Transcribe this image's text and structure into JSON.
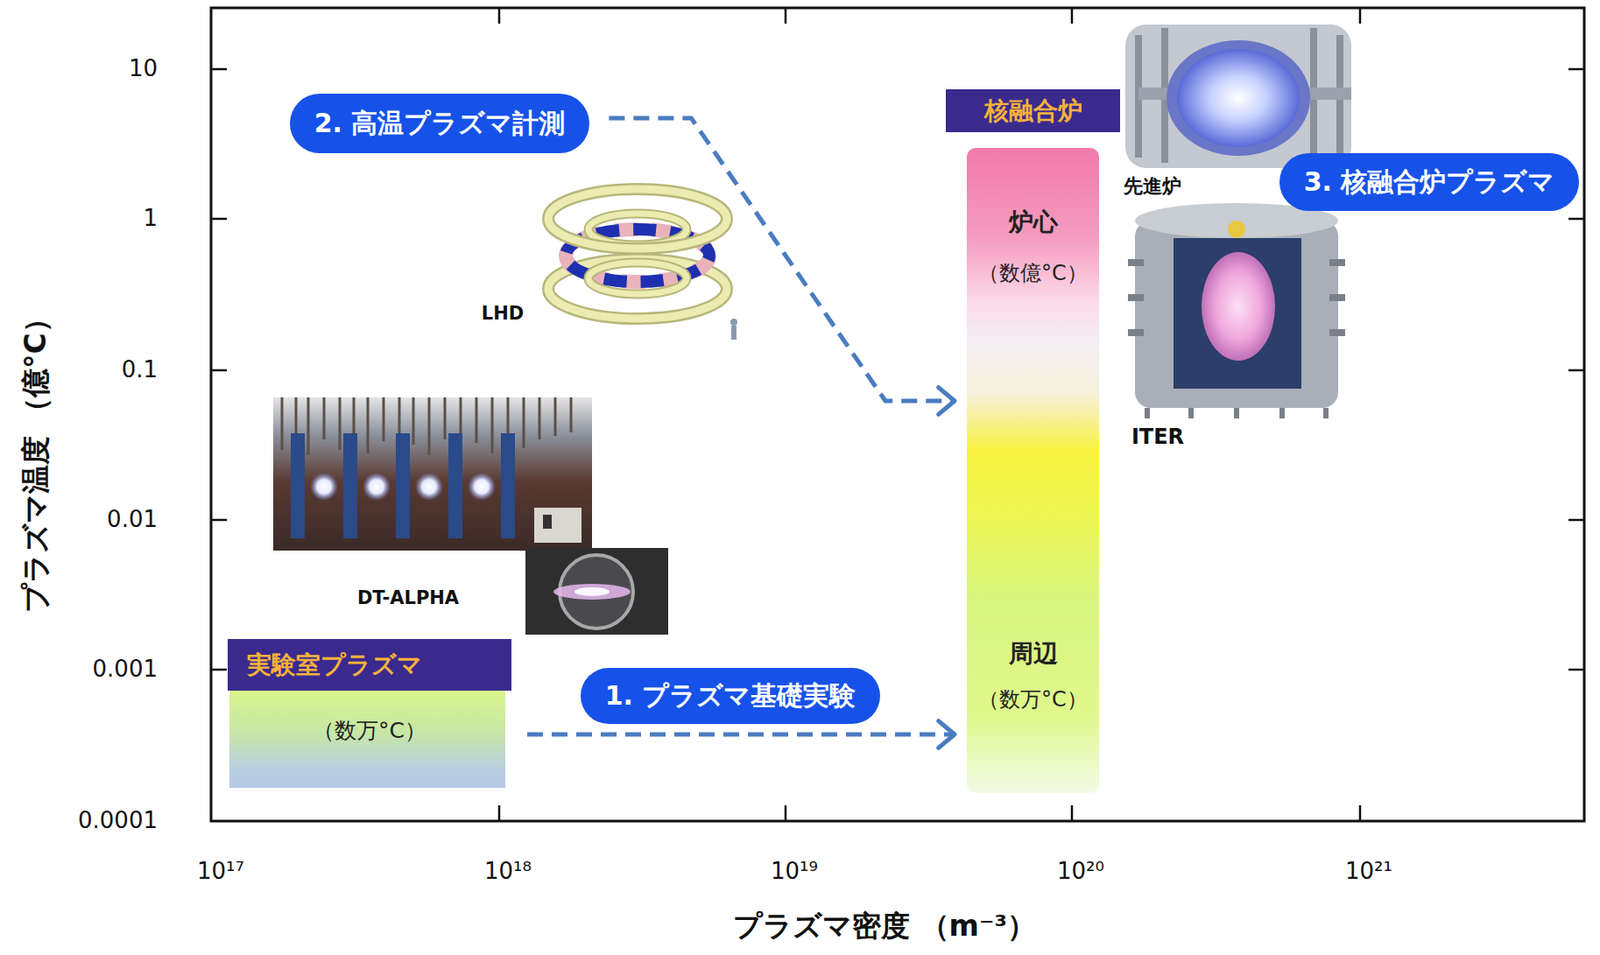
{
  "diagram": {
    "nodes": [
      {
        "text": [
          "実験室プラズマ",
          "（数万°C）"
        ]
      },
      {
        "text": [
          "2. 高温プラズマ計測"
        ]
      },
      {
        "text": [
          "核融合炉",
          "炉心",
          "（数億°C）",
          "周辺",
          "（数万°C）"
        ]
      },
      {
        "text": [
          "3. 核融合炉プラズマ"
        ]
      }
    ],
    "edges": [
      {
        "from": 0,
        "to": 2,
        "arrow": "to",
        "label": "1. プラズマ基礎実験"
      },
      {
        "from": 1,
        "to": 2,
        "arrow": "to"
      }
    ],
    "labels": [
      "10",
      "1",
      "0.1",
      "0.01",
      "0.001",
      "0.0001",
      "10¹⁷",
      "10¹⁸",
      "10¹⁹",
      "10²⁰",
      "10²¹",
      "プラズマ温度 （億°C）",
      "プラズマ密度 （m⁻³）",
      "LHD",
      "DT-ALPHA",
      "先進炉",
      "ITER"
    ]
  }
}
